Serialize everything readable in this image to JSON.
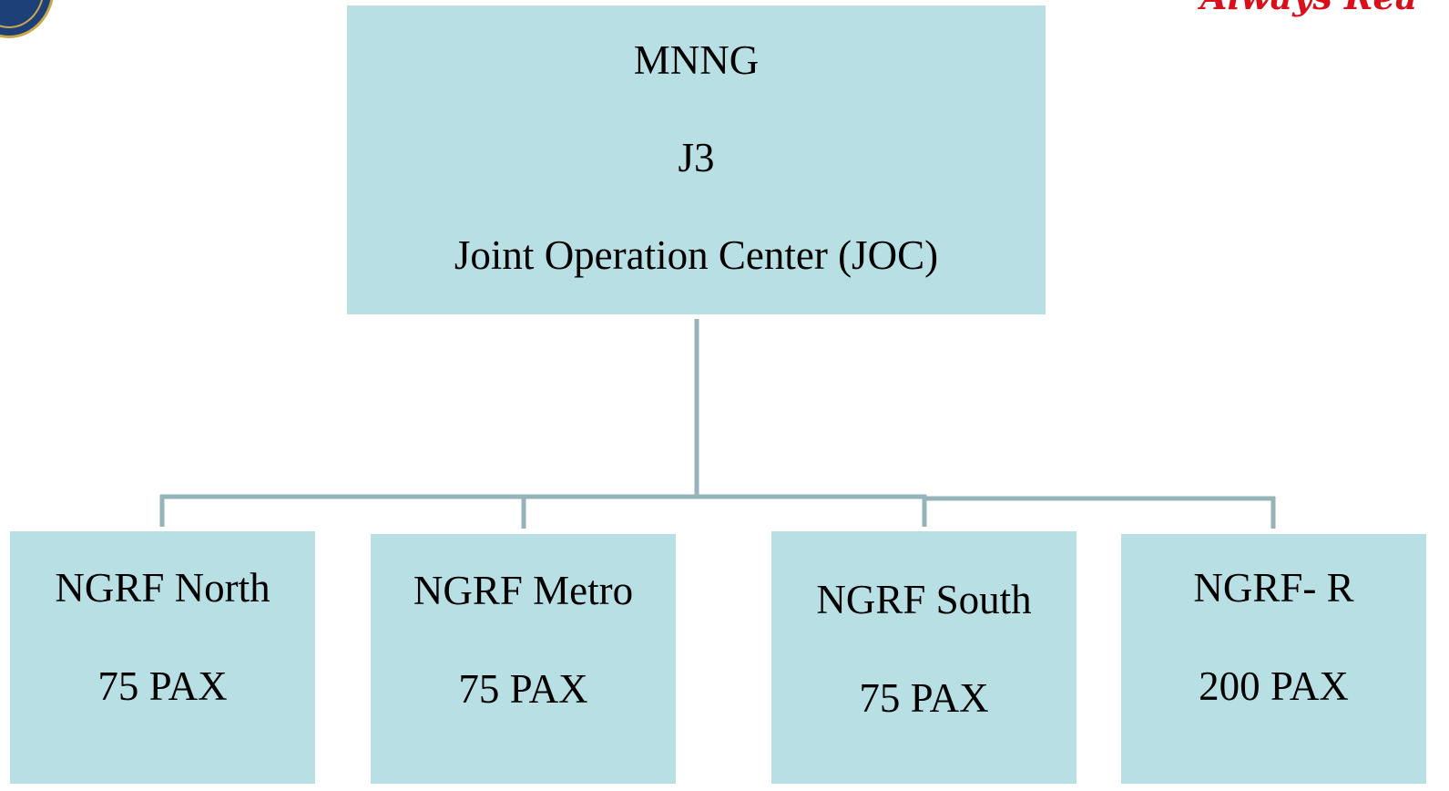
{
  "header": {
    "slogan": "Always Rea"
  },
  "org_chart": {
    "root": {
      "lines": [
        "MNNG",
        "J3",
        "Joint Operation Center (JOC)"
      ]
    },
    "children": [
      {
        "name": "NGRF North",
        "capacity": "75 PAX"
      },
      {
        "name": "NGRF Metro",
        "capacity": "75 PAX"
      },
      {
        "name": "NGRF South",
        "capacity": "75 PAX"
      },
      {
        "name": "NGRF- R",
        "capacity": "200 PAX"
      }
    ]
  },
  "colors": {
    "box_fill": "#b8dfe3",
    "connector": "#94b4b9",
    "slogan": "#d9101c",
    "logo_blue": "#1e4079",
    "logo_gold": "#c9a84a"
  }
}
